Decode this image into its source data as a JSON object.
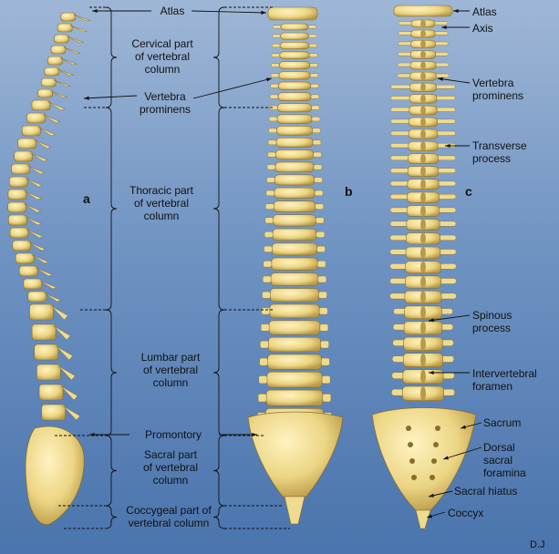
{
  "colors": {
    "bone": "#eedb8f",
    "bone_shadow": "#b99a45",
    "bone_dark": "#8a6d2a",
    "background_top": "#9fb7d6",
    "background_bottom": "#4a74ad"
  },
  "views": {
    "a": "a",
    "b": "b",
    "c": "c"
  },
  "labels": {
    "atlas_center": "Atlas",
    "cervical": [
      "Cervical part",
      "of vertebral",
      "column"
    ],
    "prominens_center": [
      "Vertebra",
      "prominens"
    ],
    "thoracic": [
      "Thoracic part",
      "of vertebral",
      "column"
    ],
    "lumbar": [
      "Lumbar part",
      "of vertebral",
      "column"
    ],
    "promontory": "Promontory",
    "sacral": [
      "Sacral part",
      "of vertebral",
      "column"
    ],
    "coccygeal": [
      "Coccygeal part of",
      "vertebral column"
    ],
    "atlas_right": "Atlas",
    "axis": "Axis",
    "prominens_right": [
      "Vertebra",
      "prominens"
    ],
    "transverse": [
      "Transverse",
      "process"
    ],
    "spinous": [
      "Spinous",
      "process"
    ],
    "intervertebral": [
      "Intervertebral",
      "foramen"
    ],
    "sacrum": "Sacrum",
    "dorsal_sacral": [
      "Dorsal",
      "sacral",
      "foramina"
    ],
    "sacral_hiatus": "Sacral hiatus",
    "coccyx": "Coccyx"
  },
  "signature": "D.J"
}
